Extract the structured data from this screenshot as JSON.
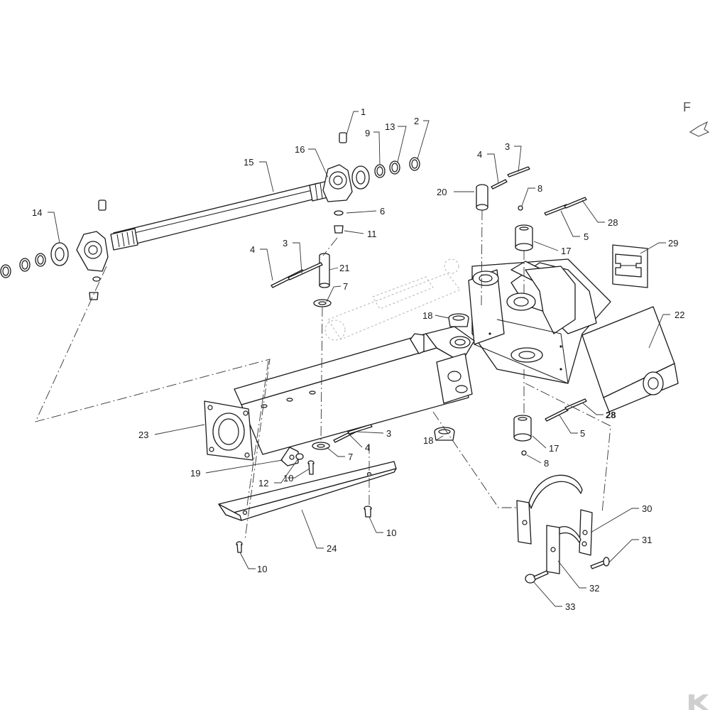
{
  "view": {
    "letter": "F",
    "direction_icon": "direction-arrow-icon"
  },
  "callouts": [
    {
      "label": "1"
    },
    {
      "label": "2"
    },
    {
      "label": "9"
    },
    {
      "label": "13"
    },
    {
      "label": "15"
    },
    {
      "label": "16"
    },
    {
      "label": "6"
    },
    {
      "label": "11"
    },
    {
      "label": "14"
    },
    {
      "label": "4"
    },
    {
      "label": "3"
    },
    {
      "label": "21"
    },
    {
      "label": "7"
    },
    {
      "label": "4"
    },
    {
      "label": "3"
    },
    {
      "label": "20"
    },
    {
      "label": "8"
    },
    {
      "label": "28"
    },
    {
      "label": "5"
    },
    {
      "label": "17"
    },
    {
      "label": "29"
    },
    {
      "label": "22"
    },
    {
      "label": "18"
    },
    {
      "label": "28"
    },
    {
      "label": "5"
    },
    {
      "label": "17"
    },
    {
      "label": "8"
    },
    {
      "label": "23"
    },
    {
      "label": "3"
    },
    {
      "label": "4"
    },
    {
      "label": "7"
    },
    {
      "label": "18"
    },
    {
      "label": "19"
    },
    {
      "label": "12"
    },
    {
      "label": "10"
    },
    {
      "label": "24"
    },
    {
      "label": "10"
    },
    {
      "label": "10"
    },
    {
      "label": "30"
    },
    {
      "label": "31"
    },
    {
      "label": "32"
    },
    {
      "label": "33"
    }
  ],
  "brand_icon": "brand-logo-icon"
}
